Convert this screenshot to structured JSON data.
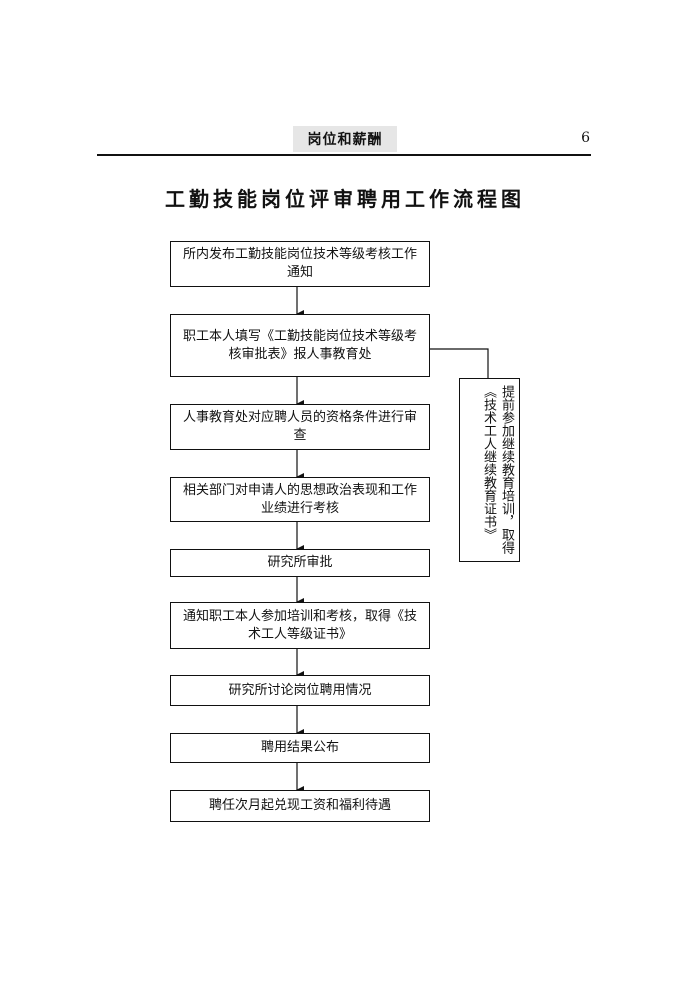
{
  "header": {
    "section_label": "岗位和薪酬",
    "page_number": "6"
  },
  "title": "工勤技能岗位评审聘用工作流程图",
  "flow": {
    "steps": [
      "所内发布工勤技能岗位技术等级考核工作通知",
      "职工本人填写《工勤技能岗位技术等级考核审批表》报人事教育处",
      "人事教育处对应聘人员的资格条件进行审查",
      "相关部门对申请人的思想政治表现和工作业绩进行考核",
      "研究所审批",
      "通知职工本人参加培训和考核，取得《技术工人等级证书》",
      "研究所讨论岗位聘用情况",
      "聘用结果公布",
      "聘任次月起兑现工资和福利待遇"
    ],
    "side_note": "提前参加继续教育培训，取得《技术工人继续教育证书》"
  }
}
